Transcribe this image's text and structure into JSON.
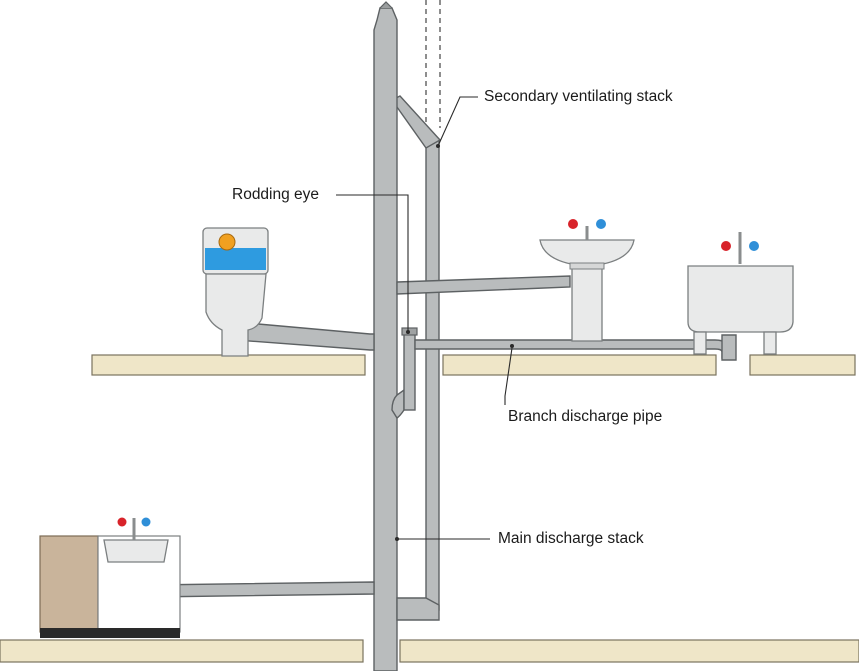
{
  "labels": {
    "secondary_ventilating_stack": "Secondary ventilating stack",
    "rodding_eye": "Rodding eye",
    "branch_discharge_pipe": "Branch discharge pipe",
    "main_discharge_stack": "Main discharge stack"
  },
  "colors": {
    "pipe": "#b9bcbd",
    "pipe_outline": "#5d6163",
    "floor": "#efe6c8",
    "ceramic": "#e9eaea",
    "cistern_water": "#2e9be0",
    "float_ball": "#f0a020",
    "hot_tap": "#d8232a",
    "cold_tap": "#2f8fd8",
    "cabinet": "#c9b49b"
  },
  "icons": [
    "wc-toilet-icon",
    "washbasin-icon",
    "bath-icon",
    "kitchen-sink-icon",
    "tap-icon"
  ]
}
